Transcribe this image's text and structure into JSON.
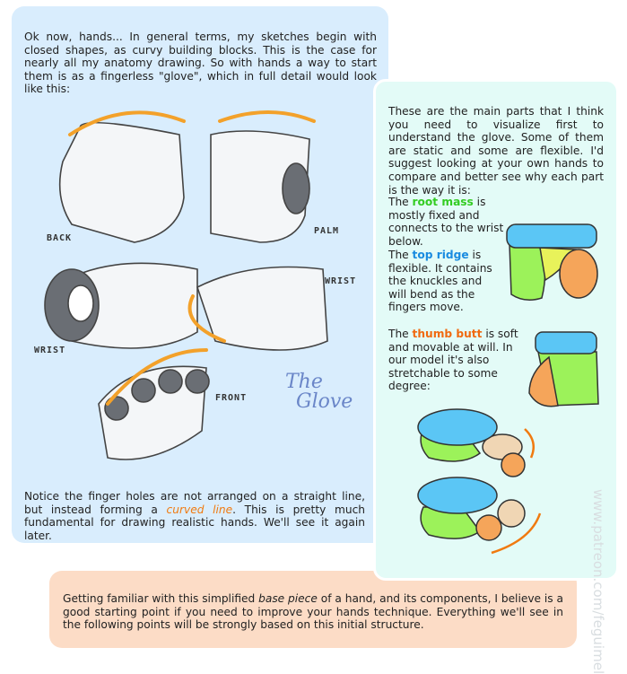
{
  "left_panel": {
    "intro": "Ok now, hands... In general terms, my sketches begin with closed shapes, as curvy building blocks. This is the case for nearly all my anatomy drawing. So with hands a way to start them is as a fingerless \"glove\", which in full detail would look like this:",
    "labels": {
      "back": "BACK",
      "palm": "PALM",
      "wrist1": "WRIST",
      "wrist2": "WRIST",
      "front": "FRONT"
    },
    "glove_title_1": "The",
    "glove_title_2": "Glove",
    "note_pre": "Notice the finger holes are not arranged on a straight line, but instead forming a ",
    "note_highlight": "curved line",
    "note_post": ". This is pretty much fundamental for drawing realistic hands. We'll see it again later."
  },
  "right_panel": {
    "intro": "These are the main parts that I think you need to visualize first to understand the glove. Some of them are static and some are flexible. I'd suggest looking at your own hands to compare and better see why each part is the way it is:",
    "root": {
      "pre": "The ",
      "term": "root mass",
      "post": " is mostly fixed and connects to the wrist below."
    },
    "ridge": {
      "pre": "The ",
      "term": "top ridge",
      "post": " is flexible. It contains the knuckles and will bend as the fingers move."
    },
    "thumb": {
      "pre": "The ",
      "term": "thumb butt",
      "post": " is soft and movable at will. In our model it's also stretchable to some degree:"
    }
  },
  "bottom_panel": {
    "pre": "Getting familiar with this simplified ",
    "term": "base piece",
    "post": " of a hand, and its components, I believe is a good starting point if you need to improve your  hands technique. Everything we'll see in the following points will be strongly based on this initial structure."
  },
  "watermark": "www.patreon.com/feguimel",
  "colors": {
    "root": "#9cf25a",
    "ridge": "#5bc6f5",
    "thumb": "#f5a55a",
    "accent": "#f07a10"
  }
}
